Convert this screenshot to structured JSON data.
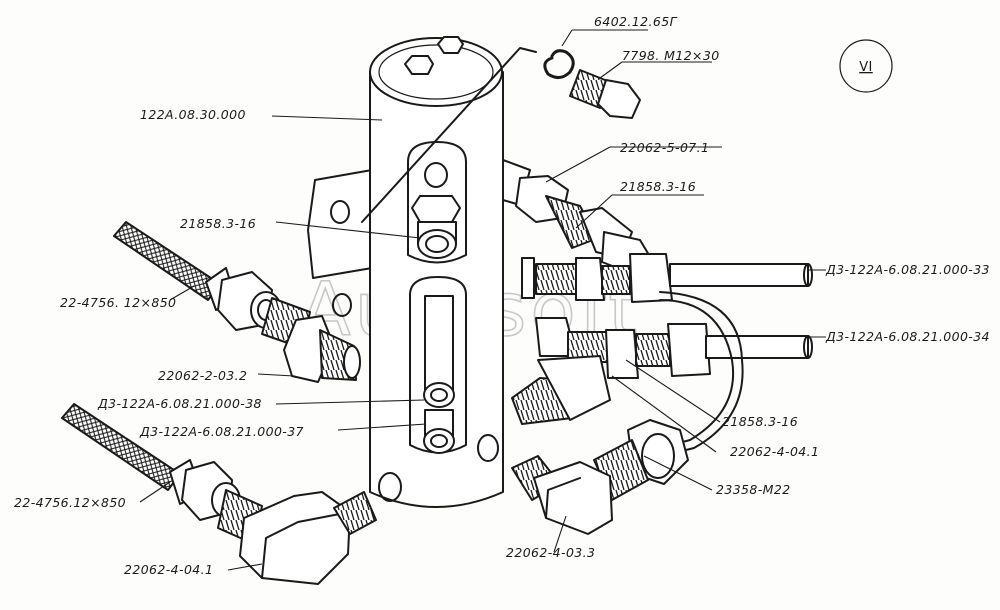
{
  "view_number": "VI",
  "watermark": "Autosoft",
  "labels": {
    "washer_top": "6402.12.65Г",
    "bolt_top": "7798. M12×30",
    "body": "122A.08.30.000",
    "union_upper_right": "22062-5-07.1",
    "fitting_upper_right": "21858.3-16",
    "fitting_center": "21858.3-16",
    "pipe_right_1": "Д3-122А-6.08.21.000-33",
    "pipe_right_2": "Д3-122А-6.08.21.000-34",
    "hose_upper_left": "22-4756. 12×850",
    "union_left": "22062-2-03.2",
    "pipe_left_1": "Д3-122А-6.08.21.000-38",
    "pipe_left_2": "Д3-122А-6.08.21.000-37",
    "fitting_lower_right": "21858.3-16",
    "union_lower_right": "22062-4-04.1",
    "union_m22": "23358-M22",
    "hose_lower_left": "22-4756.12×850",
    "elbow_lower_left": "22062-4-04.1",
    "elbow_lower_center": "22062-4-03.3"
  }
}
